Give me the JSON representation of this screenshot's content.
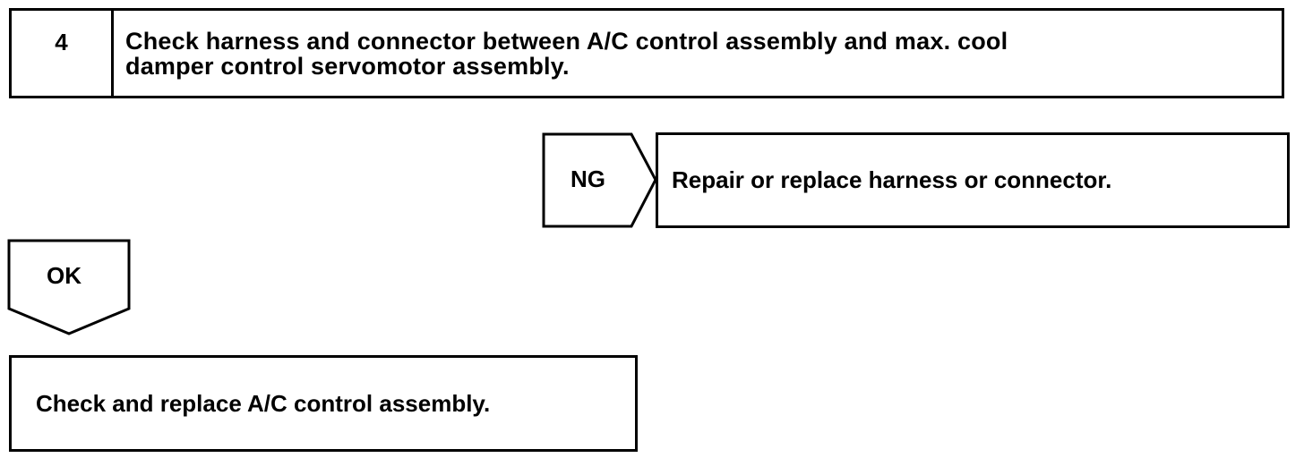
{
  "step": {
    "number": "4",
    "title_line1": "Check harness and connector between A/C control assembly and max. cool",
    "title_line2": "damper control servomotor assembly."
  },
  "ng_branch": {
    "label": "NG",
    "action": "Repair or replace harness or connector."
  },
  "ok_branch": {
    "label": "OK",
    "action": "Check and replace A/C control assembly."
  }
}
